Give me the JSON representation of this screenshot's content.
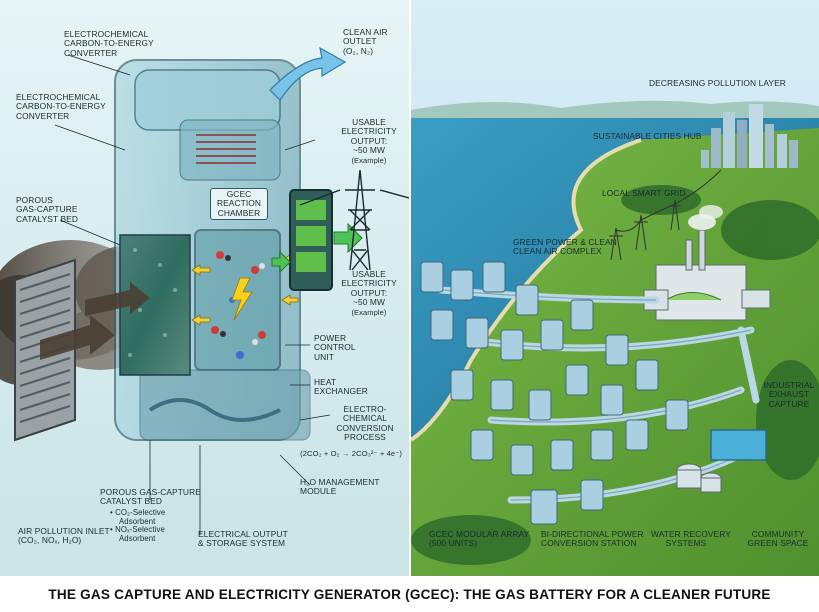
{
  "left": {
    "converter_top": [
      "ELECTROCHEMICAL",
      "CARBON-TO-ENERGY",
      "CONVERTER"
    ],
    "converter_left": [
      "ELECTROCHEMICAL",
      "CARBON-TO-ENERGY",
      "CONVERTER"
    ],
    "clean_air": [
      "CLEAN AIR",
      "OUTLET",
      "(O₂, N₂)"
    ],
    "usable_1": [
      "USABLE",
      "ELECTRICITY",
      "OUTPUT:",
      "~50 MW",
      "(Example)"
    ],
    "usable_2": [
      "USABLE",
      "ELECTRICITY",
      "OUTPUT:",
      "~50 MW",
      "(Example)"
    ],
    "porous_top": [
      "POROUS",
      "GAS-CAPTURE",
      "CATALYST BED"
    ],
    "reaction_chamber": [
      "GCEC",
      "REACTION",
      "CHAMBER"
    ],
    "power_control": [
      "POWER",
      "CONTROL",
      "UNIT"
    ],
    "heat_exchanger": [
      "HEAT",
      "EXCHANGER"
    ],
    "conversion": [
      "ELECTRO-",
      "CHEMICAL",
      "CONVERSION",
      "PROCESS"
    ],
    "equation": "(2CO₂ + O₂ → 2CO₃²⁻ + 4e⁻)",
    "h2o": [
      "H₂O MANAGEMENT",
      "MODULE"
    ],
    "porous_bottom": [
      "POROUS GAS-CAPTURE",
      "CATALYST BED"
    ],
    "bullets": [
      "• CO₂-Selective",
      "Adsorbent",
      "• NOₓ-Selective",
      "Adsorbent"
    ],
    "air_inlet": [
      "AIR POLLUTION INLET",
      "(CO₂, NOₓ, H₂O)"
    ],
    "electrical_output": [
      "ELECTRICAL OUTPUT",
      "& STORAGE SYSTEM"
    ]
  },
  "right": {
    "pollution_layer": "DECREASING POLLUTION LAYER",
    "cities_hub": "SUSTAINABLE CITIES HUB",
    "smart_grid": "LOCAL SMART GRID",
    "green_power": [
      "GREEN POWER & CLEAN",
      "CLEAN AIR COMPLEX"
    ],
    "industrial": [
      "INDUSTRIAL",
      "EXHAUST",
      "CAPTURE"
    ],
    "modular_array": [
      "GCEC MODULAR ARRAY",
      "(500 UNITS)"
    ],
    "bidirectional": [
      "BI-DIRECTIONAL POWER",
      "CONVERSION STATION"
    ],
    "water_recovery": [
      "WATER RECOVERY",
      "SYSTEMS"
    ],
    "community": [
      "COMMUNITY",
      "GREEN SPACE"
    ]
  },
  "caption": "THE GAS CAPTURE AND ELECTRICITY GENERATOR (GCEC): THE GAS BATTERY FOR A CLEANER FUTURE",
  "colors": {
    "left_bg": "#d6ecef",
    "glass": "#8fc7d3",
    "battery": "#5fbf4a",
    "arrow_green": "#4fc35a",
    "arrow_yellow": "#f2d13a",
    "sea": "#2f8fb8",
    "land": "#6fae3e",
    "pipe": "#b9d7e4"
  },
  "icons": [
    "intake-grille-icon",
    "pylon-icon",
    "battery-icon",
    "lightning-icon",
    "factory-icon",
    "city-icon"
  ]
}
